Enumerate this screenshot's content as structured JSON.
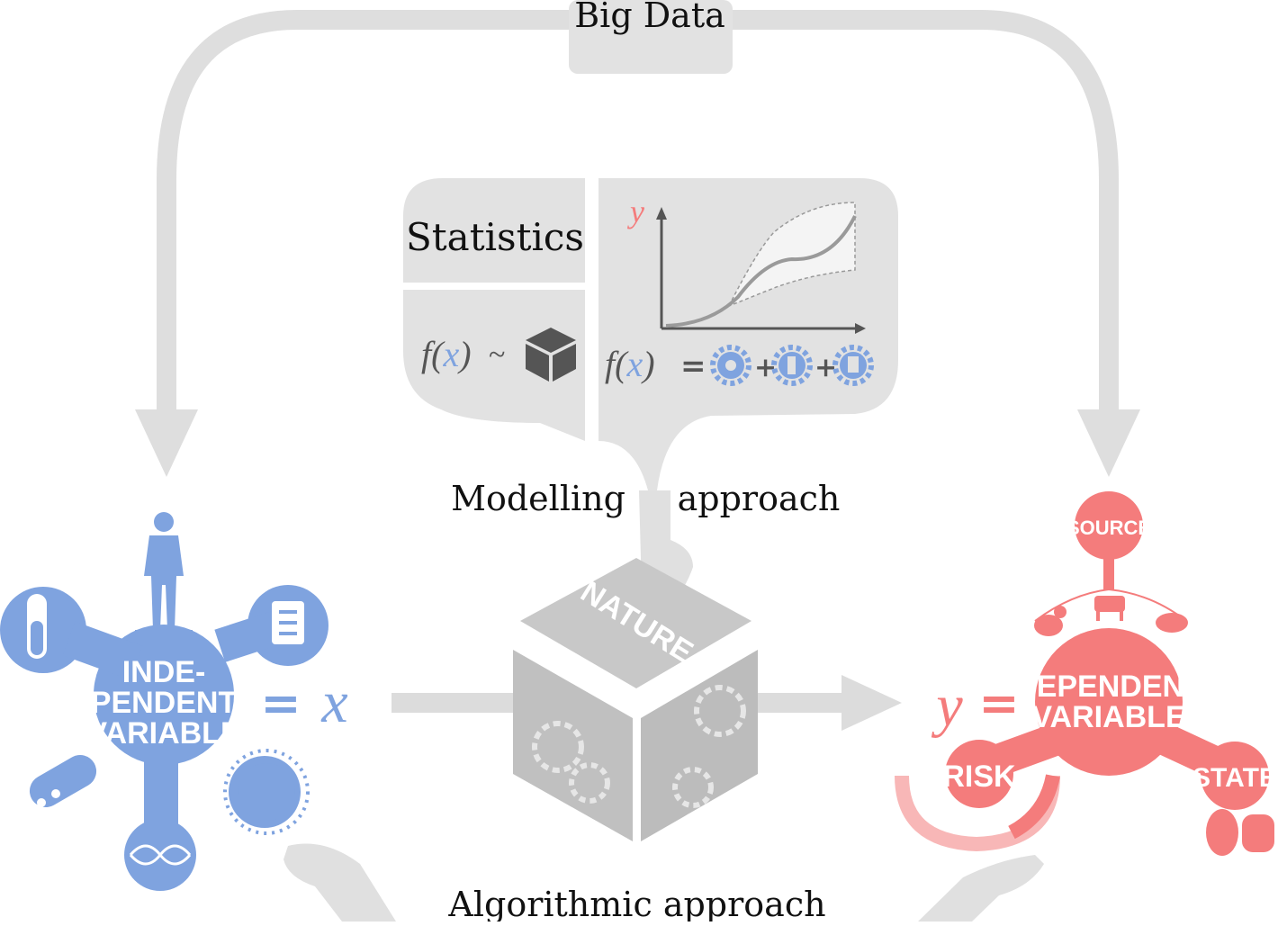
{
  "header": {
    "big_data": "Big Data"
  },
  "statistics_panel": {
    "label": "Statistics",
    "plot_y_label": "y",
    "formula_left": {
      "f": "f(",
      "x": "x",
      "close": ")",
      "tilde": "~"
    },
    "formula_right": {
      "f": "f(",
      "x": "x",
      "close": ")",
      "equals": "=",
      "plus": "+"
    }
  },
  "approach": {
    "modelling_left": "Modelling",
    "modelling_right": "approach",
    "algorithmic": "Algorithmic approach"
  },
  "box": {
    "label": "NATURE"
  },
  "independent": {
    "line1": "INDE-",
    "line2": "PENDENT",
    "line3": "VARIABLE",
    "equals": "=",
    "symbol": "x"
  },
  "dependent": {
    "line1": "DEPENDENT",
    "line2": "VARIABLE",
    "symbol": "y",
    "equals": "=",
    "source": "SOURCE",
    "risk": "RISK",
    "state": "STATE"
  },
  "colors": {
    "blue": "#7fa3df",
    "red": "#f47c7c",
    "grey": "#dedede",
    "darkgrey": "#606060"
  },
  "icons": [
    "human-figure-icon",
    "test-tube-icon",
    "clipboard-icon",
    "pill-icon",
    "dna-icon",
    "virus-icon",
    "cube-icon",
    "gear-icon",
    "hand-icon",
    "chicken-icon",
    "cow-icon",
    "pig-icon",
    "kidney-icon",
    "gamepad-icon"
  ]
}
